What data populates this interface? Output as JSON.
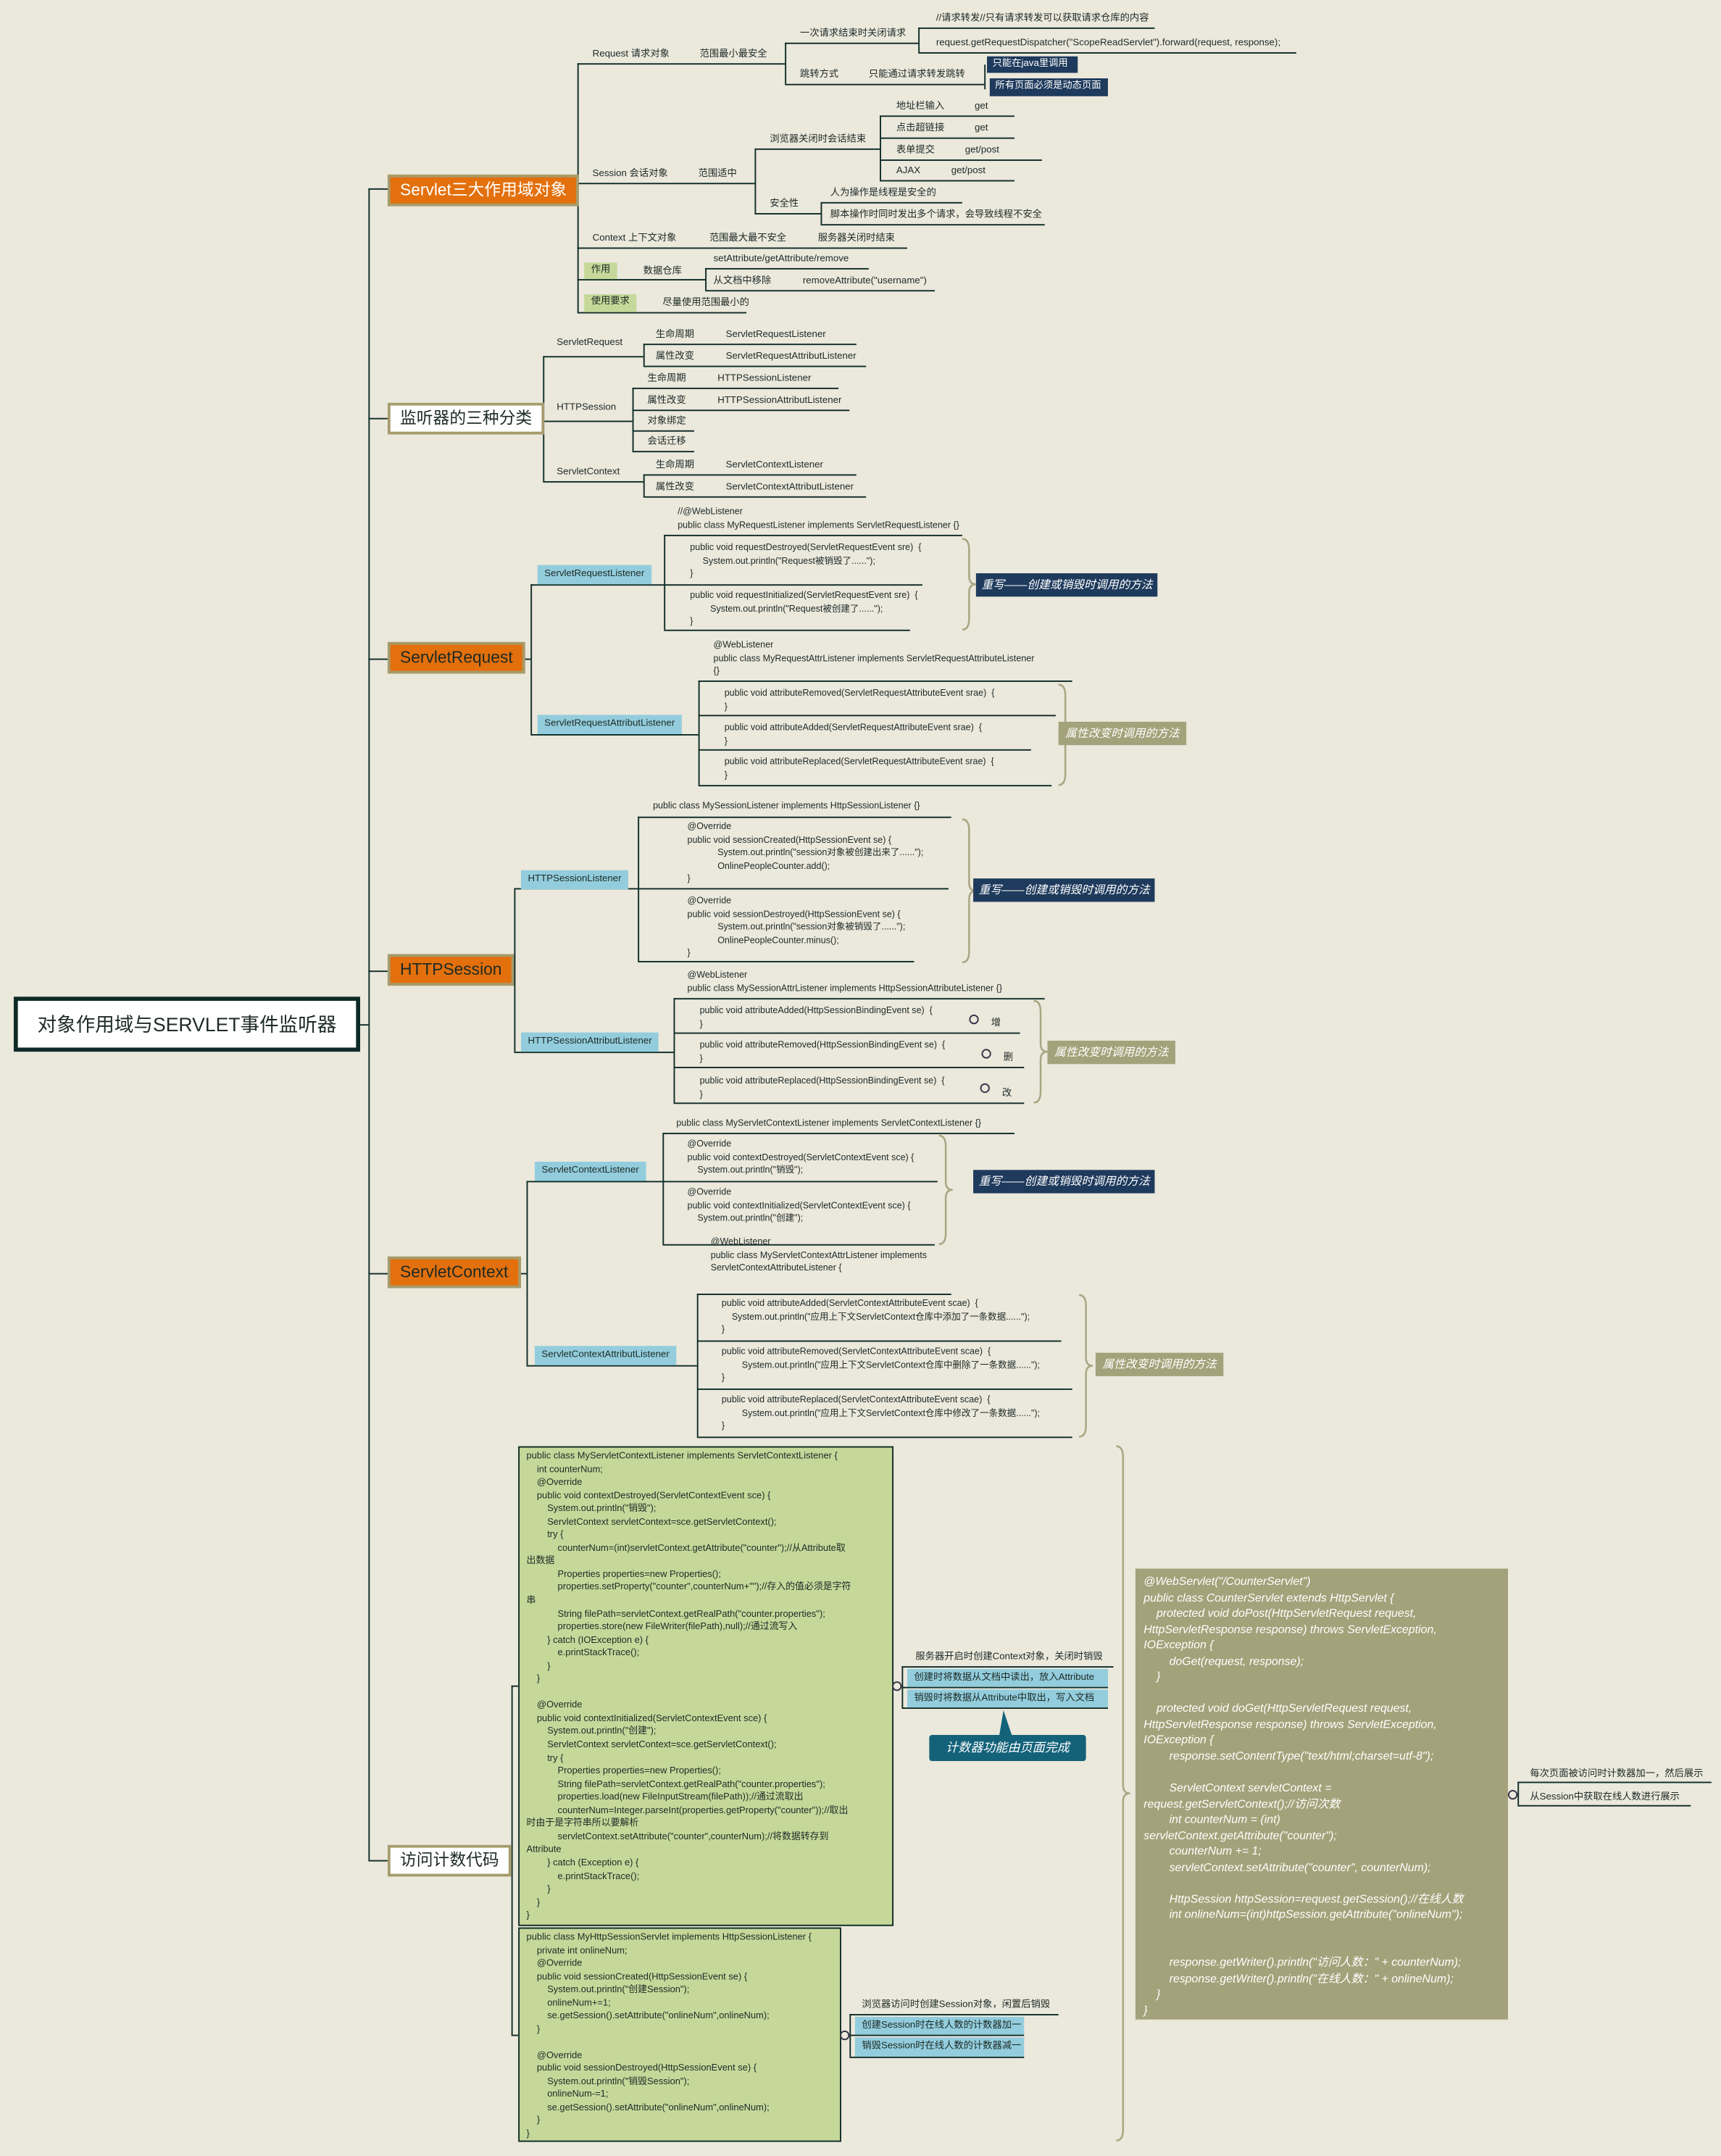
{
  "root": "对象作用域与SERVLET事件监听器",
  "colors": {
    "background": "#ebe8dc",
    "topic_orange": "#e3700c",
    "line": "#0d2b26",
    "navy": "#1e3a5c",
    "blue": "#93cddd",
    "khaki": "#a3a27a",
    "code_green": "#c5d89a",
    "teal": "#13627a"
  },
  "scopes": {
    "title": "Servlet三大作用域对象",
    "request": {
      "label": "Request 请求对象",
      "desc": "范围最小最安全",
      "close": "一次请求结束时关闭请求",
      "forward_note": "//请求转发//只有请求转发可以获取请求仓库的内容",
      "forward_code": "request.getRequestDispatcher(\"ScopeReadServlet\").forward(request, response);",
      "jump_label": "跳转方式",
      "jump_desc": "只能通过请求转发跳转",
      "jump_notes": [
        "只能在java里调用",
        "所有页面必须是动态页面"
      ]
    },
    "session": {
      "label": "Session 会话对象",
      "desc": "范围适中",
      "end": "浏览器关闭时会话结束",
      "methods": [
        {
          "k": "地址栏输入",
          "v": "get"
        },
        {
          "k": "点击超链接",
          "v": "get"
        },
        {
          "k": "表单提交",
          "v": "get/post"
        },
        {
          "k": "AJAX",
          "v": "get/post"
        }
      ],
      "safety": "安全性",
      "safety_items": [
        "人为操作是线程是安全的",
        "脚本操作时同时发出多个请求，会导致线程不安全"
      ]
    },
    "context": {
      "label": "Context 上下文对象",
      "desc": "范围最大最不安全",
      "end": "服务器关闭时结束"
    },
    "usage": {
      "label": "作用",
      "desc": "数据仓库",
      "api": "setAttribute/getAttribute/remove",
      "remove_label": "从文档中移除",
      "remove_code": "removeAttribute(\"username\")"
    },
    "requirement": {
      "label": "使用要求",
      "desc": "尽量使用范围最小的"
    }
  },
  "listener_types": {
    "title": "监听器的三种分类",
    "request": {
      "label": "ServletRequest",
      "lifecycle": "生命周期",
      "lifecycle_v": "ServletRequestListener",
      "attr": "属性改变",
      "attr_v": "ServletRequestAttributListener"
    },
    "session": {
      "label": "HTTPSession",
      "lifecycle": "生命周期",
      "lifecycle_v": "HTTPSessionListener",
      "attr": "属性改变",
      "attr_v": "HTTPSessionAttributListener",
      "binding": "对象绑定",
      "migration": "会话迁移"
    },
    "context": {
      "label": "ServletContext",
      "lifecycle": "生命周期",
      "lifecycle_v": "ServletContextListener",
      "attr": "属性改变",
      "attr_v": "ServletContextAttributListener"
    }
  },
  "servlet_request": {
    "title": "ServletRequest",
    "listener": {
      "label": "ServletRequestListener",
      "header": "//@WebListener\npublic class MyRequestListener implements ServletRequestListener {}",
      "blocks": [
        "public void requestDestroyed(ServletRequestEvent sre)  {\n     System.out.println(\"Request被销毁了......\");\n}",
        "public void requestInitialized(ServletRequestEvent sre)  {\n        System.out.println(\"Request被创建了......\");\n}"
      ],
      "note": "重写——创建或销毁时调用的方法"
    },
    "attr_listener": {
      "label": "ServletRequestAttributListener",
      "header": "@WebListener\npublic class MyRequestAttrListener implements ServletRequestAttributeListener\n{}",
      "blocks": [
        "public void attributeRemoved(ServletRequestAttributeEvent srae)  {\n}",
        "public void attributeAdded(ServletRequestAttributeEvent srae)  {\n}",
        "public void attributeReplaced(ServletRequestAttributeEvent srae)  {\n}"
      ],
      "note": "属性改变时调用的方法"
    }
  },
  "http_session": {
    "title": "HTTPSession",
    "listener": {
      "label": "HTTPSessionListener",
      "header": "public class MySessionListener implements HttpSessionListener {}",
      "blocks": [
        "@Override\npublic void sessionCreated(HttpSessionEvent se) {\n            System.out.println(\"session对象被创建出来了......\");\n            OnlinePeopleCounter.add();\n}",
        "@Override\npublic void sessionDestroyed(HttpSessionEvent se) {\n            System.out.println(\"session对象被销毁了......\");\n            OnlinePeopleCounter.minus();\n}"
      ],
      "note": "重写——创建或销毁时调用的方法"
    },
    "attr_listener": {
      "label": "HTTPSessionAttributListener",
      "header": "@WebListener\npublic class MySessionAttrListener implements HttpSessionAttributeListener {}",
      "blocks": [
        "public void attributeAdded(HttpSessionBindingEvent se)  {\n}",
        "public void attributeRemoved(HttpSessionBindingEvent se)  {\n}",
        "public void attributeReplaced(HttpSessionBindingEvent se)  {\n}"
      ],
      "ops": [
        "增",
        "删",
        "改"
      ],
      "note": "属性改变时调用的方法"
    }
  },
  "servlet_context": {
    "title": "ServletContext",
    "listener": {
      "label": "ServletContextListener",
      "header": "public class MyServletContextListener implements ServletContextListener {}",
      "blocks": [
        "@Override\npublic void contextDestroyed(ServletContextEvent sce) {\n    System.out.println(\"销毁\");",
        "@Override\npublic void contextInitialized(ServletContextEvent sce) {\n    System.out.println(\"创建\");"
      ],
      "note": "重写——创建或销毁时调用的方法"
    },
    "attr_listener": {
      "label": "ServletContextAttributListener",
      "header": "@WebListener\npublic class MyServletContextAttrListener implements\nServletContextAttributeListener {",
      "blocks": [
        "public void attributeAdded(ServletContextAttributeEvent scae)  {\n    System.out.println(\"应用上下文ServletContext仓库中添加了一条数据......\");\n}",
        "public void attributeRemoved(ServletContextAttributeEvent scae)  {\n        System.out.println(\"应用上下文ServletContext仓库中删除了一条数据......\");\n}",
        "public void attributeReplaced(ServletContextAttributeEvent scae)  {\n        System.out.println(\"应用上下文ServletContext仓库中修改了一条数据......\");\n}"
      ],
      "note": "属性改变时调用的方法"
    }
  },
  "counter": {
    "title": "访问计数代码",
    "context_code": "public class MyServletContextListener implements ServletContextListener {\n    int counterNum;\n    @Override\n    public void contextDestroyed(ServletContextEvent sce) {\n        System.out.println(\"销毁\");\n        ServletContext servletContext=sce.getServletContext();\n        try {\n            counterNum=(int)servletContext.getAttribute(\"counter\");//从Attribute取\n出数据\n            Properties properties=new Properties();\n            properties.setProperty(\"counter\",counterNum+\"\");//存入的值必须是字符\n串\n            String filePath=servletContext.getRealPath(\"counter.properties\");\n            properties.store(new FileWriter(filePath),null);//通过流写入\n        } catch (IOException e) {\n            e.printStackTrace();\n        }\n    }\n\n    @Override\n    public void contextInitialized(ServletContextEvent sce) {\n        System.out.println(\"创建\");\n        ServletContext servletContext=sce.getServletContext();\n        try {\n            Properties properties=new Properties();\n            String filePath=servletContext.getRealPath(\"counter.properties\");\n            properties.load(new FileInputStream(filePath));//通过流取出\n            counterNum=Integer.parseInt(properties.getProperty(\"counter\"));//取出\n时由于是字符串所以要解析\n            servletContext.setAttribute(\"counter\",counterNum);//将数据转存到\nAttribute\n        } catch (Exception e) {\n            e.printStackTrace();\n        }\n    }\n}",
    "context_notes": {
      "title": "服务器开启时创建Context对象，关闭时销毁",
      "items": [
        "创建时将数据从文档中读出，放入Attribute",
        "销毁时将数据从Attribute中取出，写入文档"
      ],
      "callout": "计数器功能由页面完成"
    },
    "session_code": "public class MyHttpSessionServlet implements HttpSessionListener {\n    private int onlineNum;\n    @Override\n    public void sessionCreated(HttpSessionEvent se) {\n        System.out.println(\"创建Session\");\n        onlineNum+=1;\n        se.getSession().setAttribute(\"onlineNum\",onlineNum);\n    }\n\n    @Override\n    public void sessionDestroyed(HttpSessionEvent se) {\n        System.out.println(\"销毁Session\");\n        onlineNum-=1;\n        se.getSession().setAttribute(\"onlineNum\",onlineNum);\n    }\n}",
    "session_notes": {
      "title": "浏览器访问时创建Session对象，闲置后销毁",
      "items": [
        "创建Session时在线人数的计数器加一",
        "销毁Session时在线人数的计数器减一"
      ]
    },
    "servlet_code": "@WebServlet(\"/CounterServlet\")\npublic class CounterServlet extends HttpServlet {\n    protected void doPost(HttpServletRequest request,\nHttpServletResponse response) throws ServletException,\nIOException {\n        doGet(request, response);\n    }\n\n    protected void doGet(HttpServletRequest request,\nHttpServletResponse response) throws ServletException,\nIOException {\n        response.setContentType(\"text/html;charset=utf-8\");\n\n        ServletContext servletContext =\nrequest.getServletContext();//访问次数\n        int counterNum = (int)\nservletContext.getAttribute(\"counter\");\n        counterNum += 1;\n        servletContext.setAttribute(\"counter\", counterNum);\n\n        HttpSession httpSession=request.getSession();//在线人数\n        int onlineNum=(int)httpSession.getAttribute(\"onlineNum\");\n\n\n        response.getWriter().println(\"访问人数：\" + counterNum);\n        response.getWriter().println(\"在线人数：\" + onlineNum);\n    }\n}",
    "servlet_notes": [
      "每次页面被访问时计数器加一，然后展示",
      "从Session中获取在线人数进行展示"
    ]
  }
}
